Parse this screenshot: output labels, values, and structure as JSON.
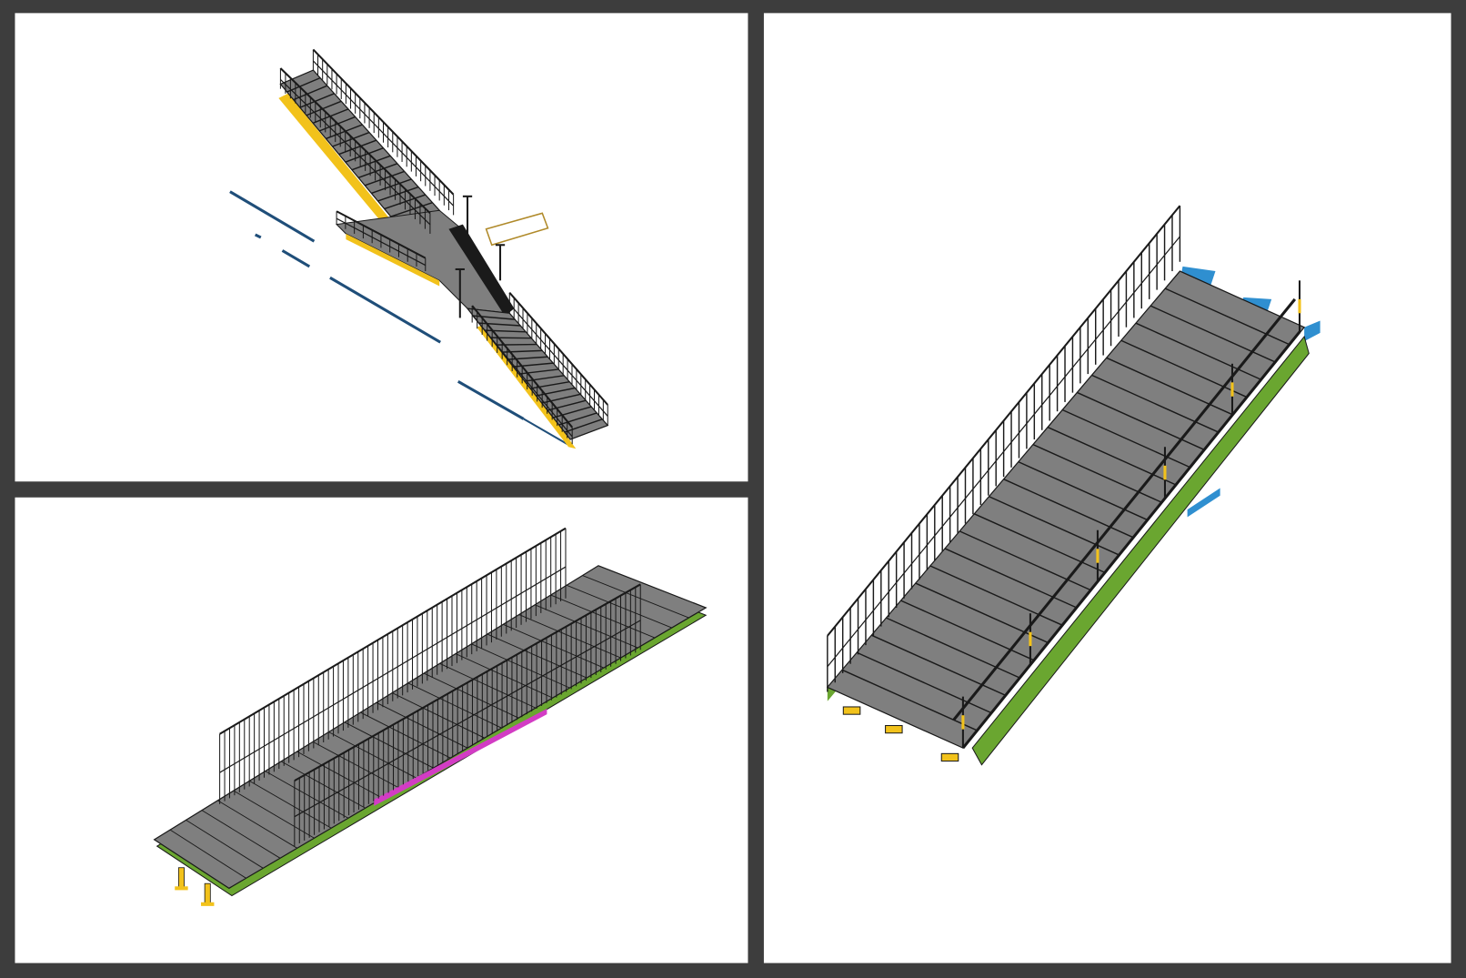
{
  "colors": {
    "frame": "#3d3d3d",
    "panel": "#ffffff",
    "tread": "#7f7f7f",
    "edge": "#1a1a1a",
    "stringer_yellow": "#f2c21b",
    "stringer_green": "#6aa630",
    "accent_blue": "#2f8fd0",
    "ground_line": "#1f4e79",
    "magenta": "#d23cc4"
  },
  "panels": [
    {
      "id": "two-flight-stair-view"
    },
    {
      "id": "platform-view"
    },
    {
      "id": "single-flight-stair-view"
    }
  ],
  "counts": {
    "upper_flight_steps": 18,
    "lower_flight_steps": 18,
    "deck_boards": 28,
    "fence_bars": 70,
    "right_steps": 24,
    "right_rail_bars": 46
  }
}
